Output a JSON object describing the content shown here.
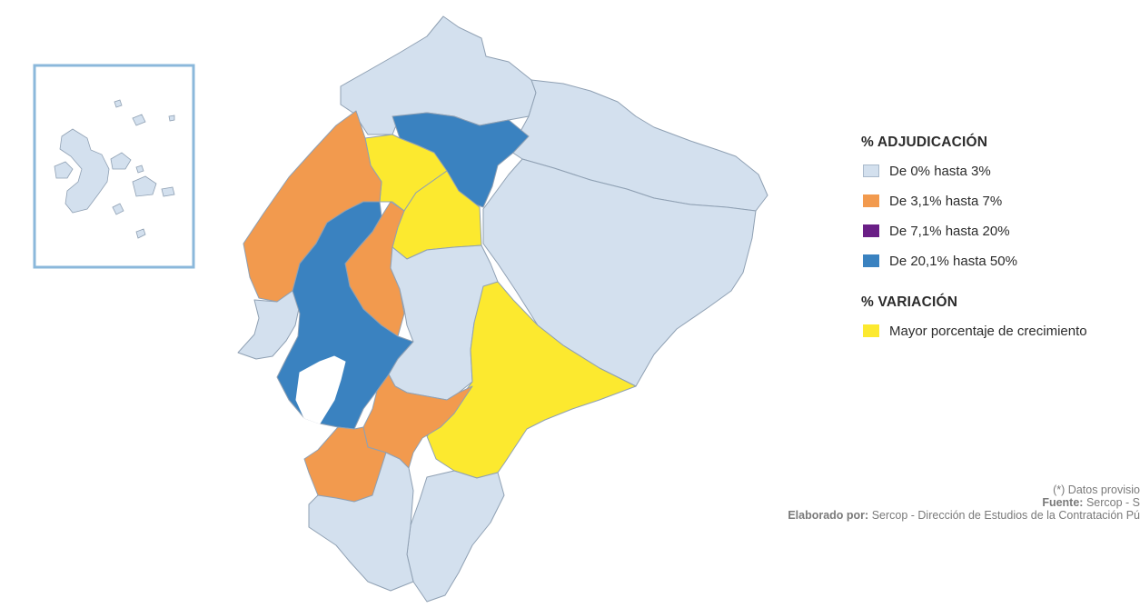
{
  "legend": {
    "adjudicacion_title": "% ADJUDICACIÓN",
    "adjudicacion_items": [
      {
        "label": "De 0% hasta 3%",
        "color": "#d3e0ee"
      },
      {
        "label": "De 3,1% hasta 7%",
        "color": "#f29a4e"
      },
      {
        "label": "De 7,1% hasta 20%",
        "color": "#6a1f86"
      },
      {
        "label": "De 20,1% hasta 50%",
        "color": "#3a82c0"
      }
    ],
    "variacion_title": "% VARIACIÓN",
    "variacion_items": [
      {
        "label": "Mayor porcentaje de crecimiento",
        "color": "#fce92f"
      }
    ]
  },
  "footnotes": {
    "note": "(*) Datos provisio",
    "fuente_label": "Fuente:",
    "fuente_text": " Sercop - S",
    "elaborado_label": "Elaborado por:",
    "elaborado_text": " Sercop - Dirección de Estudios de la Contratación Pú"
  },
  "map": {
    "colors": {
      "low": "#d3e0ee",
      "mid": "#f29a4e",
      "high": "#3a82c0",
      "growth": "#fce92f",
      "border": "#8fa0b3",
      "inset_frame": "#8bb8db"
    },
    "regions": [
      {
        "name": "north-border-province",
        "category": "low"
      },
      {
        "name": "northeast-province",
        "category": "low"
      },
      {
        "name": "eastern-amazon-province",
        "category": "low"
      },
      {
        "name": "pichincha-province",
        "category": "high"
      },
      {
        "name": "santo-domingo-province",
        "category": "growth"
      },
      {
        "name": "cotopaxi-area-province",
        "category": "growth"
      },
      {
        "name": "manabi-province",
        "category": "mid"
      },
      {
        "name": "los-rios-province",
        "category": "mid"
      },
      {
        "name": "santa-elena-province",
        "category": "low"
      },
      {
        "name": "guayas-province",
        "category": "high"
      },
      {
        "name": "central-highland-province",
        "category": "low"
      },
      {
        "name": "amazon-growth-province",
        "category": "growth"
      },
      {
        "name": "southeast-province",
        "category": "low"
      },
      {
        "name": "azuay-province",
        "category": "mid"
      },
      {
        "name": "el-oro-province",
        "category": "mid"
      },
      {
        "name": "loja-province",
        "category": "low"
      }
    ]
  }
}
